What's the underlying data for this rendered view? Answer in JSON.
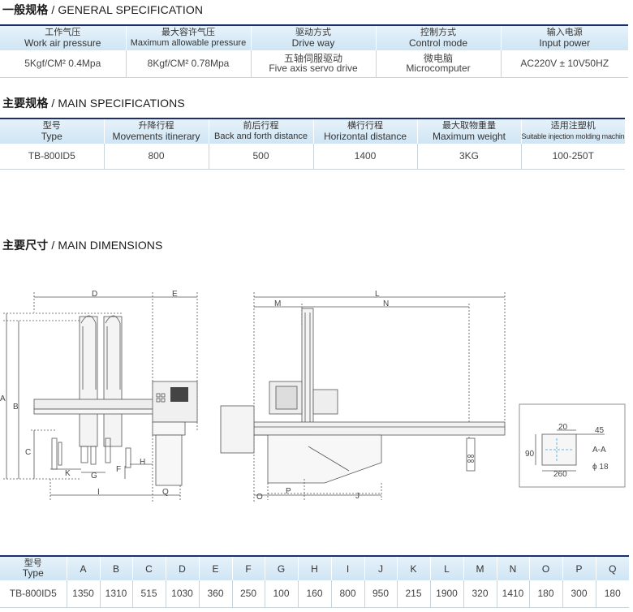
{
  "sections": {
    "general": {
      "zh": "一般规格",
      "sep": " / ",
      "en": "GENERAL SPECIFICATION"
    },
    "main_specs": {
      "zh": "主要规格",
      "sep": " / ",
      "en": "MAIN SPECIFICATIONS"
    },
    "main_dims": {
      "zh": "主要尺寸",
      "sep": " / ",
      "en": "MAIN DIMENSIONS"
    }
  },
  "general_table": {
    "headers": [
      {
        "zh": "工作气压",
        "en": "Work air pressure"
      },
      {
        "zh": "最大容许气压",
        "en": "Maximum allowable pressure"
      },
      {
        "zh": "驱动方式",
        "en": "Drive way"
      },
      {
        "zh": "控制方式",
        "en": "Control mode"
      },
      {
        "zh": "输入电源",
        "en": "Input power"
      }
    ],
    "row": [
      {
        "l1": "5Kgf/CM² 0.4Mpa",
        "l2": ""
      },
      {
        "l1": "8Kgf/CM² 0.78Mpa",
        "l2": ""
      },
      {
        "l1": "五轴伺服驱动",
        "l2": "Five axis servo drive"
      },
      {
        "l1": "微电脑",
        "l2": "Microcomputer"
      },
      {
        "l1": "AC220V ± 10V50HZ",
        "l2": ""
      }
    ]
  },
  "main_table": {
    "headers": [
      {
        "zh": "型号",
        "en": "Type"
      },
      {
        "zh": "升降行程",
        "en": "Movements itinerary"
      },
      {
        "zh": "前后行程",
        "en": "Back and forth distance"
      },
      {
        "zh": "横行行程",
        "en": "Horizontal distance"
      },
      {
        "zh": "最大取物重量",
        "en": "Maximum weight"
      },
      {
        "zh": "适用注塑机",
        "en": "Suitable injection molding machine"
      }
    ],
    "row": [
      "TB-800ID5",
      "800",
      "500",
      "1400",
      "3KG",
      "100-250T"
    ]
  },
  "dims_table": {
    "type_header": {
      "zh": "型号",
      "en": "Type"
    },
    "letters": [
      "A",
      "B",
      "C",
      "D",
      "E",
      "F",
      "G",
      "H",
      "I",
      "J",
      "K",
      "L",
      "M",
      "N",
      "O",
      "P",
      "Q"
    ],
    "model": "TB-800ID5",
    "values": [
      "1350",
      "1310",
      "515",
      "1030",
      "360",
      "250",
      "100",
      "160",
      "800",
      "950",
      "215",
      "1900",
      "320",
      "1410",
      "180",
      "300",
      "180"
    ]
  },
  "drawing_labels": {
    "D": "D",
    "E": "E",
    "A": "A",
    "B": "B",
    "C": "C",
    "K": "K",
    "G": "G",
    "F": "F",
    "H": "H",
    "I": "I",
    "Q": "Q",
    "L": "L",
    "M": "M",
    "N": "N",
    "O": "O",
    "P": "P",
    "J": "J",
    "d20": "20",
    "d45": "45",
    "d90": "90",
    "d260": "260",
    "section": "A-A",
    "phi": "ϕ 18"
  }
}
